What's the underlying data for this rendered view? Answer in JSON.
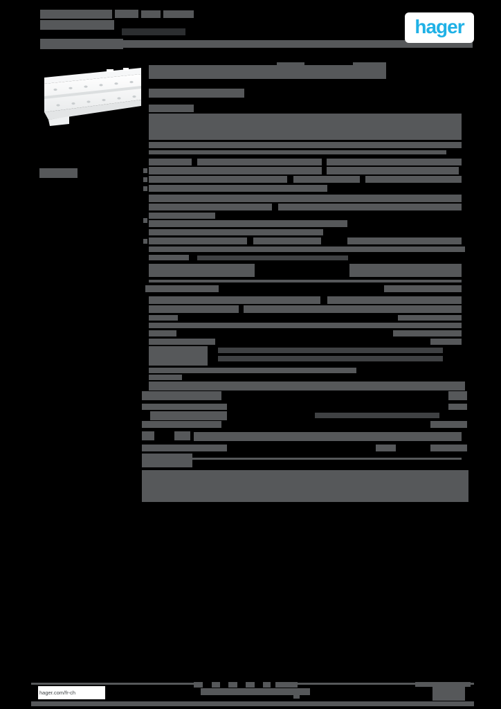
{
  "brand": {
    "logo_text": "hager",
    "logo_color": "#1fb1e6"
  },
  "footer": {
    "website": "hager.com/fr-ch"
  },
  "colors": {
    "background": "#000000",
    "std": "#56585a",
    "dim": "#3f4143",
    "dark": "#2c2e30",
    "black": "#000000",
    "white": "#ffffff"
  },
  "product_image": {
    "description": "perforated steel mounting rail profile, white product photo"
  },
  "redactions": {
    "bars": [
      [
        58,
        14,
        104,
        13
      ],
      [
        166,
        14,
        34,
        12
      ],
      [
        204,
        15,
        28,
        11
      ],
      [
        236,
        15,
        44,
        11
      ],
      [
        58,
        29,
        107,
        14
      ],
      [
        176,
        41,
        92,
        10,
        "dark"
      ],
      [
        58,
        56,
        120,
        15
      ],
      [
        178,
        58,
        505,
        11
      ],
      [
        215,
        94,
        343,
        20
      ],
      [
        400,
        90,
        40,
        5
      ],
      [
        510,
        90,
        48,
        5
      ],
      [
        215,
        128,
        138,
        13
      ],
      [
        215,
        151,
        65,
        11
      ],
      [
        215,
        164,
        452,
        38
      ],
      [
        215,
        205,
        452,
        9
      ],
      [
        215,
        217,
        430,
        6
      ],
      [
        57,
        243,
        55,
        14
      ],
      [
        215,
        229,
        62,
        10
      ],
      [
        285,
        229,
        180,
        10
      ],
      [
        472,
        229,
        195,
        10
      ],
      [
        215,
        241,
        250,
        11
      ],
      [
        472,
        241,
        191,
        11
      ],
      [
        215,
        254,
        200,
        10
      ],
      [
        424,
        254,
        96,
        10
      ],
      [
        528,
        254,
        139,
        10
      ],
      [
        215,
        267,
        258,
        10
      ],
      [
        215,
        281,
        452,
        11
      ],
      [
        215,
        294,
        178,
        10
      ],
      [
        402,
        294,
        265,
        10
      ],
      [
        215,
        307,
        96,
        9
      ],
      [
        215,
        318,
        287,
        10
      ],
      [
        215,
        331,
        252,
        9
      ],
      [
        215,
        343,
        142,
        10
      ],
      [
        366,
        343,
        98,
        10
      ],
      [
        502,
        343,
        165,
        10
      ],
      [
        215,
        356,
        457,
        8
      ],
      [
        215,
        368,
        58,
        8
      ],
      [
        285,
        369,
        218,
        7,
        "dim"
      ],
      [
        215,
        381,
        153,
        19
      ],
      [
        505,
        381,
        162,
        19
      ],
      [
        215,
        404,
        452,
        4
      ],
      [
        210,
        412,
        106,
        10
      ],
      [
        555,
        412,
        112,
        10
      ],
      [
        215,
        428,
        248,
        11
      ],
      [
        473,
        428,
        194,
        11
      ],
      [
        215,
        441,
        130,
        11
      ],
      [
        352,
        441,
        315,
        11
      ],
      [
        215,
        455,
        42,
        8
      ],
      [
        575,
        455,
        92,
        8
      ],
      [
        215,
        466,
        452,
        8
      ],
      [
        215,
        477,
        40,
        9
      ],
      [
        568,
        477,
        99,
        9
      ],
      [
        215,
        489,
        96,
        9
      ],
      [
        622,
        489,
        45,
        9
      ],
      [
        215,
        500,
        85,
        28
      ],
      [
        315,
        502,
        325,
        8,
        "dim"
      ],
      [
        315,
        514,
        325,
        8,
        "dim"
      ],
      [
        215,
        531,
        300,
        8
      ],
      [
        215,
        541,
        48,
        8
      ],
      [
        215,
        551,
        457,
        13
      ],
      [
        205,
        565,
        115,
        13
      ],
      [
        648,
        565,
        27,
        13
      ],
      [
        205,
        583,
        123,
        9
      ],
      [
        648,
        583,
        27,
        9
      ],
      [
        217,
        594,
        111,
        13
      ],
      [
        455,
        596,
        180,
        8,
        "dim"
      ],
      [
        205,
        608,
        115,
        10
      ],
      [
        622,
        608,
        53,
        10
      ],
      [
        205,
        623,
        18,
        13
      ],
      [
        252,
        623,
        23,
        13
      ],
      [
        280,
        624,
        387,
        13
      ],
      [
        205,
        642,
        123,
        10
      ],
      [
        543,
        642,
        29,
        10
      ],
      [
        622,
        642,
        53,
        10
      ],
      [
        205,
        655,
        73,
        20
      ],
      [
        278,
        661,
        389,
        3
      ],
      [
        205,
        679,
        472,
        46
      ],
      [
        45,
        986,
        640,
        3
      ],
      [
        280,
        985,
        150,
        8
      ],
      [
        293,
        985,
        13,
        8,
        "black"
      ],
      [
        318,
        985,
        12,
        8,
        "black"
      ],
      [
        343,
        985,
        12,
        8,
        "black"
      ],
      [
        368,
        985,
        12,
        8,
        "black"
      ],
      [
        391,
        985,
        7,
        8,
        "black"
      ],
      [
        290,
        994,
        158,
        10
      ],
      [
        424,
        1004,
        9,
        5
      ],
      [
        600,
        985,
        80,
        7
      ],
      [
        625,
        992,
        47,
        20
      ],
      [
        45,
        1013,
        640,
        7
      ]
    ],
    "bullets": [
      [
        207,
        243
      ],
      [
        207,
        256
      ],
      [
        207,
        269
      ],
      [
        207,
        315
      ],
      [
        207,
        345
      ]
    ]
  }
}
